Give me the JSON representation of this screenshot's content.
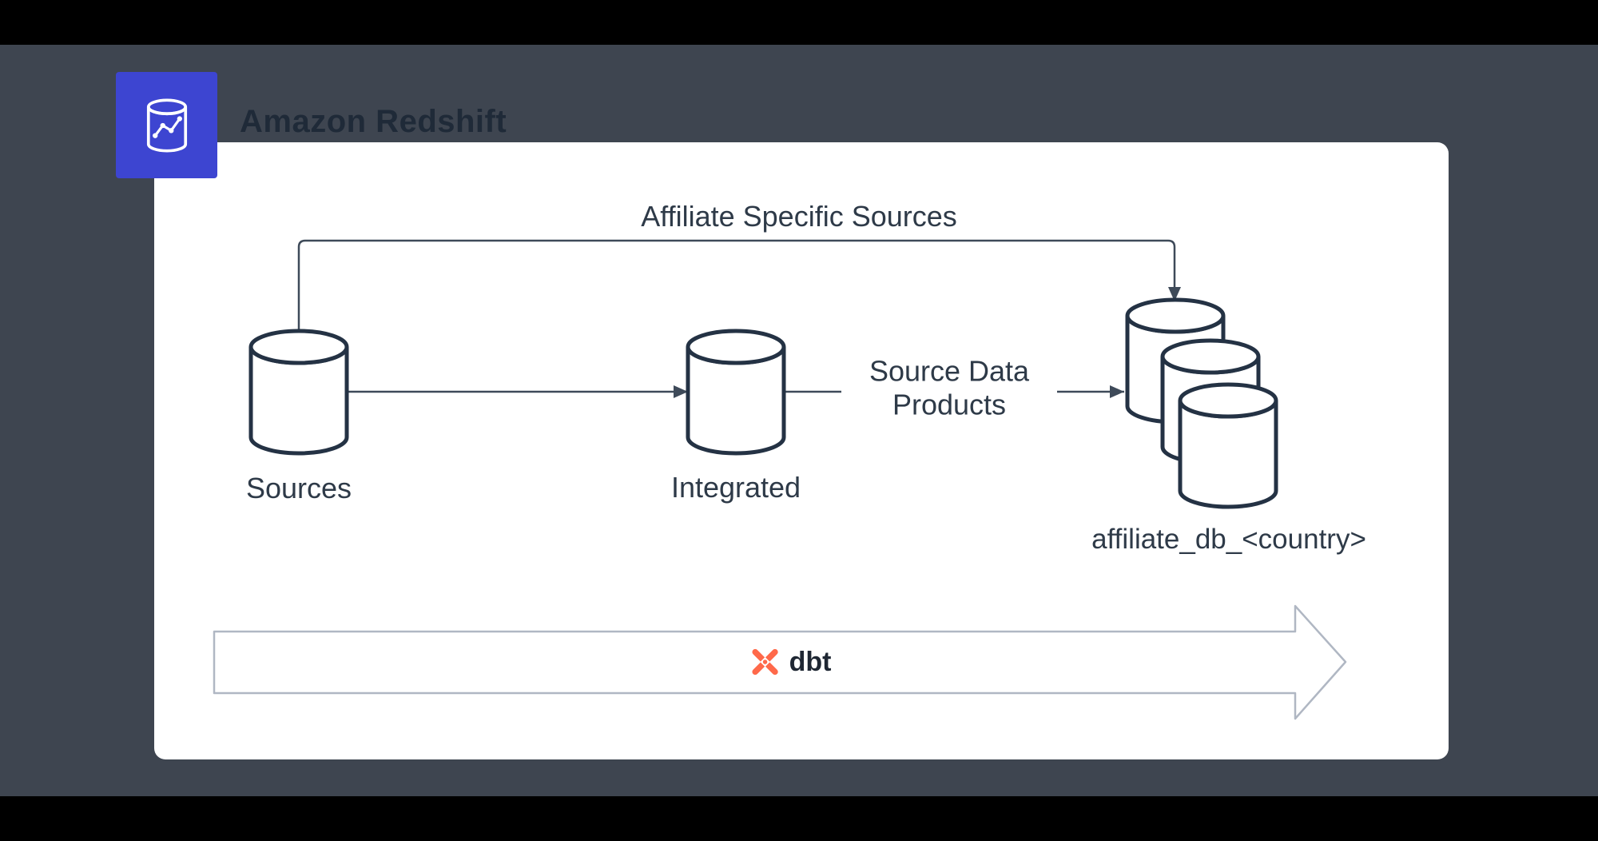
{
  "header": {
    "title": "Amazon Redshift",
    "badge_icon": "redshift-database-icon",
    "badge_color": "#3D45D1"
  },
  "diagram": {
    "labels": {
      "affiliate_flow": "Affiliate Specific Sources",
      "source_data_products": "Source Data Products"
    },
    "nodes": {
      "sources": {
        "label": "Sources",
        "type": "database"
      },
      "integrated": {
        "label": "Integrated",
        "type": "database"
      },
      "affiliate_db": {
        "label": "affiliate_db_<country>",
        "type": "database-stack"
      }
    },
    "edges": [
      {
        "from": "sources",
        "to": "integrated",
        "label": ""
      },
      {
        "from": "integrated",
        "to": "affiliate_db",
        "label": "Source Data Products"
      },
      {
        "from": "sources",
        "to": "affiliate_db",
        "label": "Affiliate Specific Sources"
      }
    ]
  },
  "footer": {
    "tool": "dbt",
    "tool_icon": "dbt-logo-icon",
    "tool_color": "#FF694A"
  },
  "colors": {
    "background": "#3E4550",
    "card": "#FFFFFF",
    "badge_blue": "#3D45D1",
    "cylinder_stroke": "#243244",
    "connector": "#3E4A59",
    "dbt_orange": "#FF694A",
    "big_arrow_outline": "#B0B7C3"
  }
}
